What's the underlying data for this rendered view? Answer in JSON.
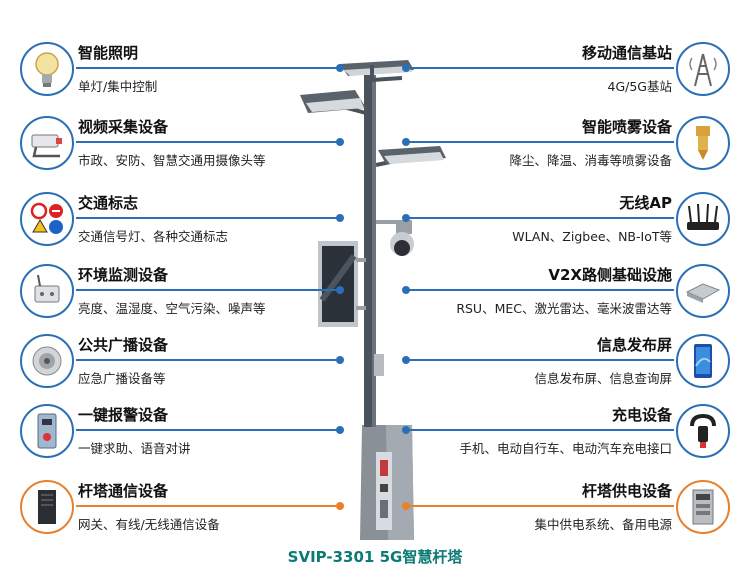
{
  "items": {
    "lighting": {
      "title": "智能照明",
      "desc": "单灯/集中控制",
      "icon": "light-bulb-icon"
    },
    "video": {
      "title": "视频采集设备",
      "desc": "市政、安防、智慧交通用摄像头等",
      "icon": "camera-icon"
    },
    "traffic": {
      "title": "交通标志",
      "desc": "交通信号灯、各种交通标志",
      "icon": "traffic-sign-icon"
    },
    "env": {
      "title": "环境监测设备",
      "desc": "亮度、温湿度、空气污染、噪声等",
      "icon": "sensor-icon"
    },
    "broadcast": {
      "title": "公共广播设备",
      "desc": "应急广播设备等",
      "icon": "speaker-icon"
    },
    "alarm": {
      "title": "一键报警设备",
      "desc": "一键求助、语音对讲",
      "icon": "alarm-panel-icon"
    },
    "comm": {
      "title": "杆塔通信设备",
      "desc": "网关、有线/无线通信设备",
      "icon": "cabinet-icon"
    },
    "base": {
      "title": "移动通信基站",
      "desc": "4G/5G基站",
      "icon": "tower-icon"
    },
    "spray": {
      "title": "智能喷雾设备",
      "desc": "降尘、降温、消毒等喷雾设备",
      "icon": "nozzle-icon"
    },
    "ap": {
      "title": "无线AP",
      "desc": "WLAN、Zigbee、NB-IoT等",
      "icon": "router-icon"
    },
    "v2x": {
      "title": "V2X路侧基础设施",
      "desc": "RSU、MEC、激光雷达、毫米波雷达等",
      "icon": "rsu-icon"
    },
    "screen": {
      "title": "信息发布屏",
      "desc": "信息发布屏、信息查询屏",
      "icon": "screen-icon"
    },
    "charge": {
      "title": "充电设备",
      "desc": "手机、电动自行车、电动汽车充电接口",
      "icon": "charger-icon"
    },
    "power": {
      "title": "杆塔供电设备",
      "desc": "集中供电系统、备用电源",
      "icon": "power-cabinet-icon"
    }
  },
  "caption": "SVIP-3301 5G智慧杆塔",
  "colors": {
    "blue": "#2a6fb5",
    "orange": "#e8802c",
    "caption": "#0b7a75"
  }
}
